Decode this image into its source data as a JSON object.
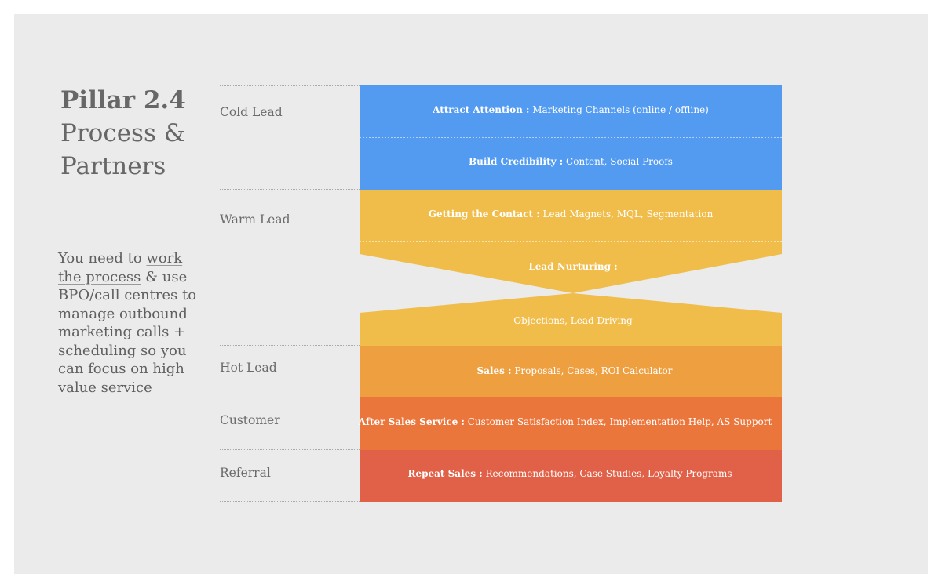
{
  "title": {
    "bold": "Pillar 2.4",
    "light": "Process & Partners"
  },
  "description": {
    "part1": "You need to ",
    "underline": "work the process",
    "part2": " & use BPO/call centres to manage outbound marketing calls + scheduling so you can focus on high value service"
  },
  "stages": {
    "cold": "Cold Lead",
    "warm": "Warm Lead",
    "hot": "Hot Lead",
    "customer": "Customer",
    "referral": "Referral"
  },
  "segments": [
    {
      "bold": "Attract Attention :",
      "rest": " Marketing Channels (online / offline)",
      "color": "#539bf0"
    },
    {
      "bold": "Build Credibility :",
      "rest": " Content, Social Proofs",
      "color": "#539bf0"
    },
    {
      "bold": "Getting the Contact :",
      "rest": " Lead Magnets, MQL, Segmentation",
      "color": "#f0bd4b"
    },
    {
      "bold": "Lead Nurturing :",
      "rest": "",
      "color": "#f0bd4b"
    },
    {
      "bold": "",
      "rest": "Objections, Lead Driving",
      "color": "#f0bd4b"
    },
    {
      "bold": "Sales :",
      "rest": " Proposals, Cases, ROI Calculator",
      "color": "#eea040"
    },
    {
      "bold": "After Sales Service :",
      "rest": " Customer Satisfaction Index, Implementation Help, AS Support",
      "color": "#eb763c"
    },
    {
      "bold": "Repeat Sales :",
      "rest": "  Recommendations, Case Studies, Loyalty Programs",
      "color": "#e06148"
    }
  ],
  "colors": {
    "background": "#ebebeb",
    "blue": "#539bf0",
    "yellow": "#f0bd4b",
    "orange": "#eea040",
    "dark_orange": "#eb763c",
    "red": "#e06148"
  }
}
